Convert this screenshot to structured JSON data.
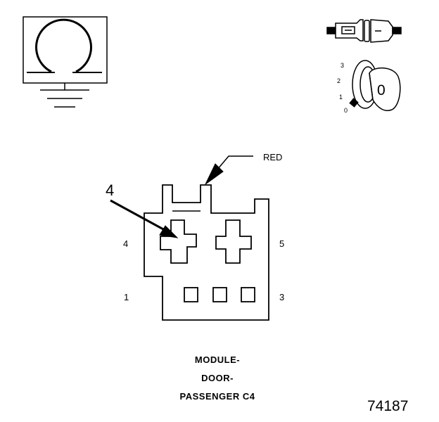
{
  "wire_label": "RED",
  "callout_number": "4",
  "pin_labels": {
    "top_left": "4",
    "top_right": "5",
    "bottom_left": "1",
    "bottom_right": "3"
  },
  "key_positions": [
    "3",
    "2",
    "1",
    "0"
  ],
  "key_face_label": "0",
  "connector_name": [
    "MODULE-",
    "DOOR-",
    "PASSENGER C4"
  ],
  "figure_number": "74187",
  "colors": {
    "line": "#000000",
    "background": "#ffffff"
  }
}
